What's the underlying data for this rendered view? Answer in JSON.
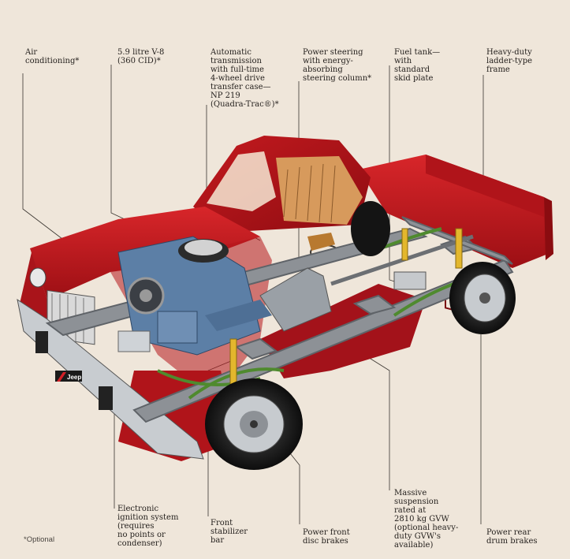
{
  "callouts_top": [
    {
      "text": "Air\nconditioning*"
    },
    {
      "text": "5.9 litre V-8\n(360 CID)*"
    },
    {
      "text": "Automatic\ntransmission\nwith full-time\n4-wheel drive\ntransfer case—\nNP 219\n(Quadra-Trac®)*"
    },
    {
      "text": "Power steering\nwith energy-\nabsorbing\nsteering column*"
    },
    {
      "text": "Fuel tank—\nwith\nstandard\nskid plate"
    },
    {
      "text": "Heavy-duty\nladder-type\nframe"
    }
  ],
  "callouts_bottom": [
    {
      "text": "Electronic\nignition system\n(requires\nno points or\ncondenser)"
    },
    {
      "text": "Front\nstabilizer\nbar"
    },
    {
      "text": "Power front\ndisc brakes"
    },
    {
      "text": "Massive\nsuspension\nrated at\n2810 kg GVW\n(optional heavy-\nduty GVW's\navailable)"
    },
    {
      "text": "Power rear\ndrum brakes"
    }
  ],
  "footnote": "*Optional",
  "badge": "Jeep",
  "colors": {
    "background": "#efe6da",
    "body_red": "#c0161c",
    "frame_gray": "#8d9196",
    "engine_blue": "#5c7fa6",
    "leader": "#3a3530"
  }
}
